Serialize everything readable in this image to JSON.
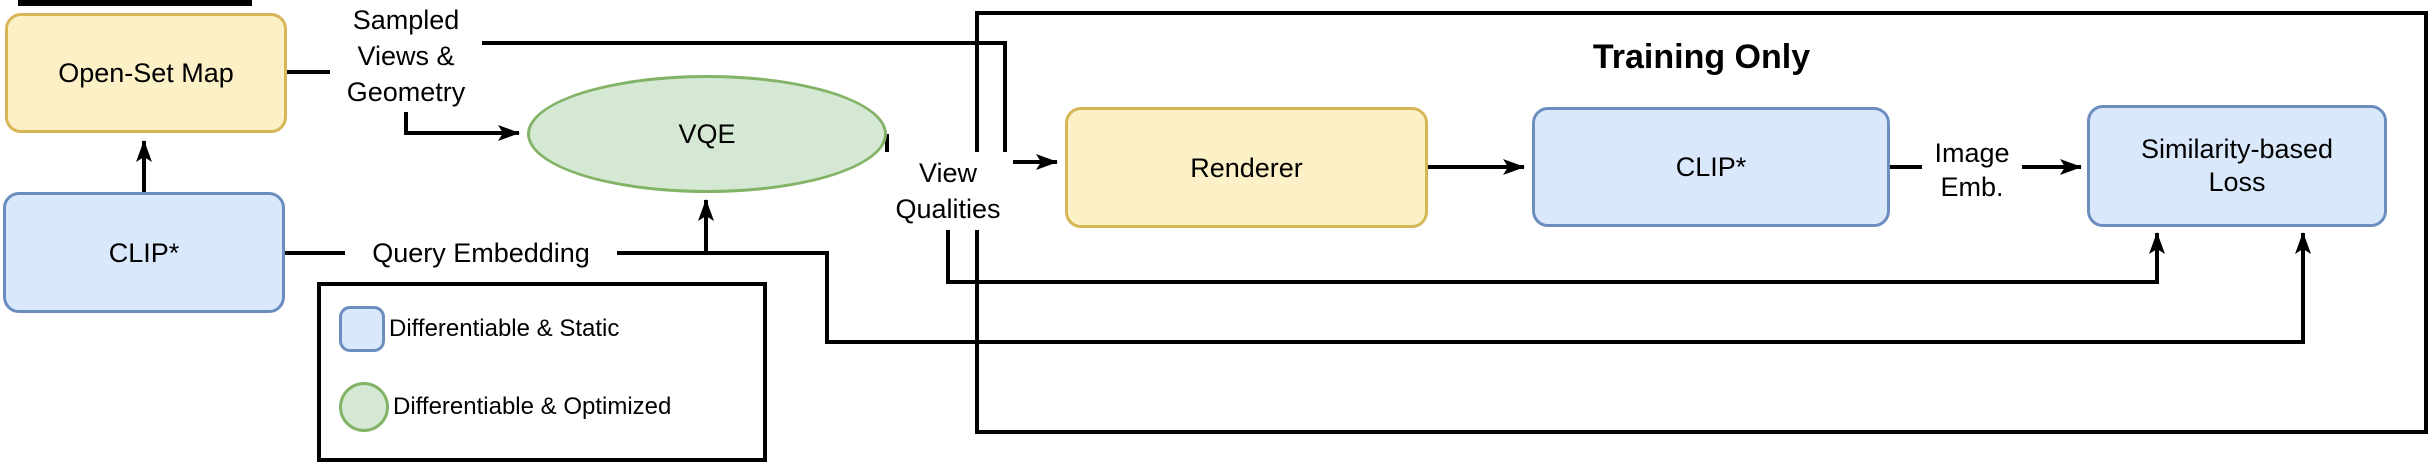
{
  "diagram": {
    "nodes": {
      "open_set_map": {
        "label": "Open-Set Map",
        "shape": "rounded-rect",
        "color": "yellow"
      },
      "clip_left": {
        "label": "CLIP*",
        "shape": "rounded-rect",
        "color": "blue"
      },
      "vqe": {
        "label": "VQE",
        "shape": "ellipse",
        "color": "green"
      },
      "renderer": {
        "label": "Renderer",
        "shape": "rounded-rect",
        "color": "yellow"
      },
      "clip_right": {
        "label": "CLIP*",
        "shape": "rounded-rect",
        "color": "blue"
      },
      "loss": {
        "label": "Similarity-based Loss",
        "shape": "rounded-rect",
        "color": "blue"
      }
    },
    "edge_labels": {
      "sampled_views": "Sampled Views & Geometry",
      "query_embedding": "Query Embedding",
      "view_qualities": "View Qualities",
      "image_emb": "Image Emb."
    },
    "regions": {
      "training_only": "Training Only"
    },
    "legend": {
      "items": [
        {
          "swatch": "blue-rounded-square",
          "label": "Differentiable & Static"
        },
        {
          "swatch": "green-circle",
          "label": "Differentiable & Optimized"
        }
      ]
    },
    "colors": {
      "yellow_fill": "#FBF0C6",
      "yellow_stroke": "#D6B656",
      "blue_fill": "#DAE8FC",
      "blue_stroke": "#6C8EBF",
      "green_fill": "#D5E8D4",
      "green_stroke": "#82B366",
      "line": "#000000"
    }
  }
}
